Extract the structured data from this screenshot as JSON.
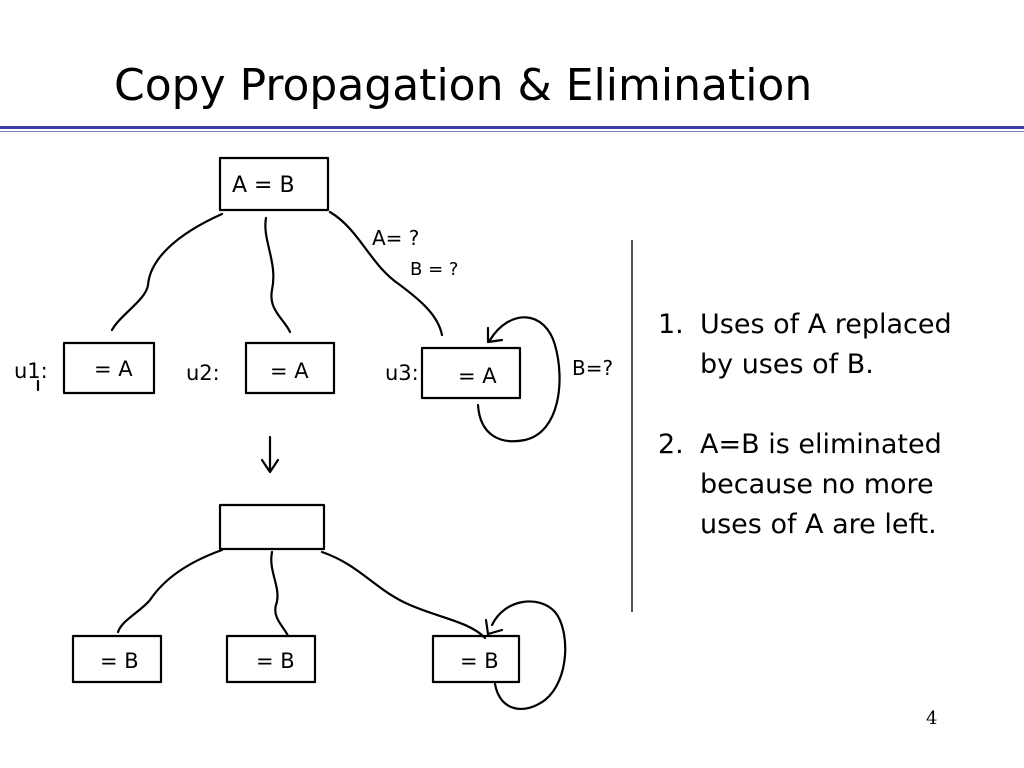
{
  "slide": {
    "title": "Copy Propagation & Elimination",
    "page_number": "4"
  },
  "diagram": {
    "top_block": "A = B",
    "top_annotation_a": "A= ?",
    "top_annotation_b": "B = ?",
    "loop_annotation": "B=?",
    "uses_before": [
      {
        "label": "u1:",
        "stmt": "= A"
      },
      {
        "label": "u2:",
        "stmt": "= A"
      },
      {
        "label": "u3:",
        "stmt": "= A"
      }
    ],
    "arrow": "↓",
    "bottom_block": "",
    "uses_after": [
      {
        "stmt": "= B"
      },
      {
        "stmt": "= B"
      },
      {
        "stmt": "= B"
      }
    ]
  },
  "notes": [
    {
      "number": "1.",
      "lines": [
        "Uses of A replaced",
        "by uses of B."
      ]
    },
    {
      "number": "2.",
      "lines": [
        "A=B is eliminated",
        "because no more",
        "uses of A are left."
      ]
    }
  ]
}
